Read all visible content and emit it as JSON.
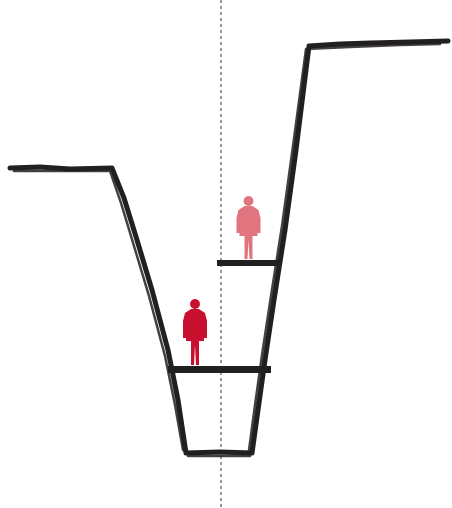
{
  "colors": {
    "background": "#ffffff",
    "outline": "#221f1f",
    "centerline": "#7f7f7f",
    "figure_lower": "#c8102e",
    "figure_upper": "#e07580"
  },
  "figures": [
    {
      "name": "lower-figure",
      "color_key": "figure_lower"
    },
    {
      "name": "upper-figure",
      "color_key": "figure_upper"
    }
  ],
  "icons": [
    "person-silhouette-icon",
    "person-silhouette-icon"
  ]
}
